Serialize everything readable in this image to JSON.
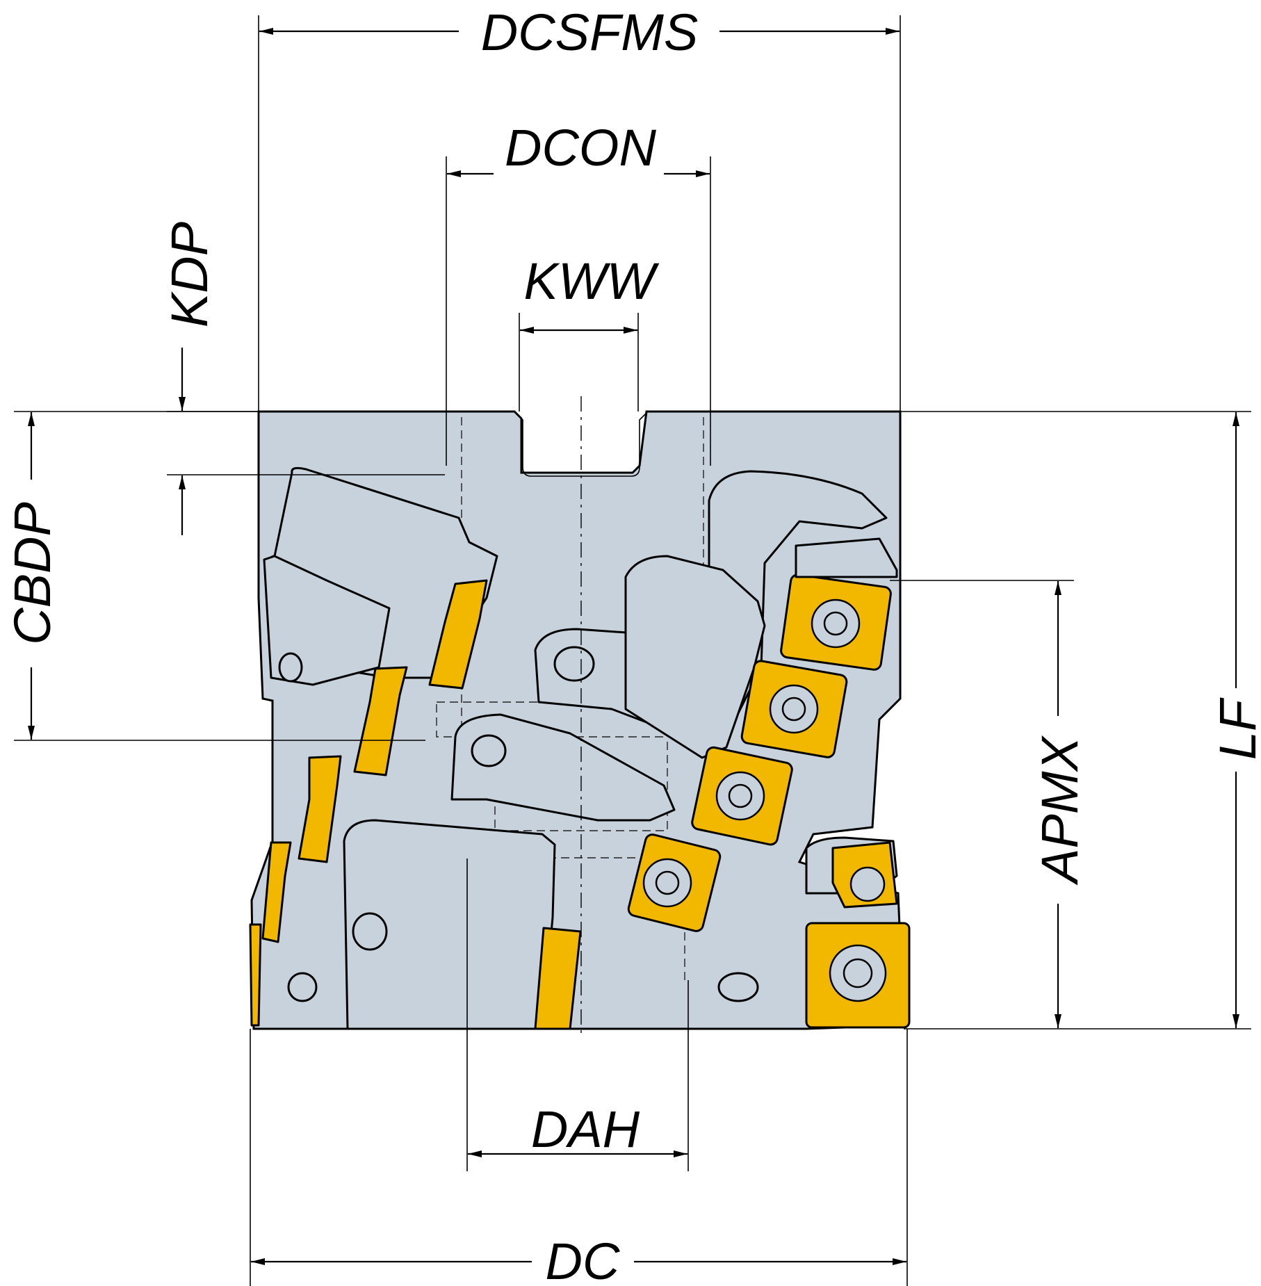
{
  "colors": {
    "body": "#c8d2dc",
    "insert": "#f2b800",
    "line": "#000000"
  },
  "labels": {
    "dcsfms": "DCSFMS",
    "dcon": "DCON",
    "kww": "KWW",
    "kdp": "KDP",
    "cbdp": "CBDP",
    "apmx": "APMX",
    "lf": "LF",
    "dah": "DAH",
    "dc": "DC"
  }
}
